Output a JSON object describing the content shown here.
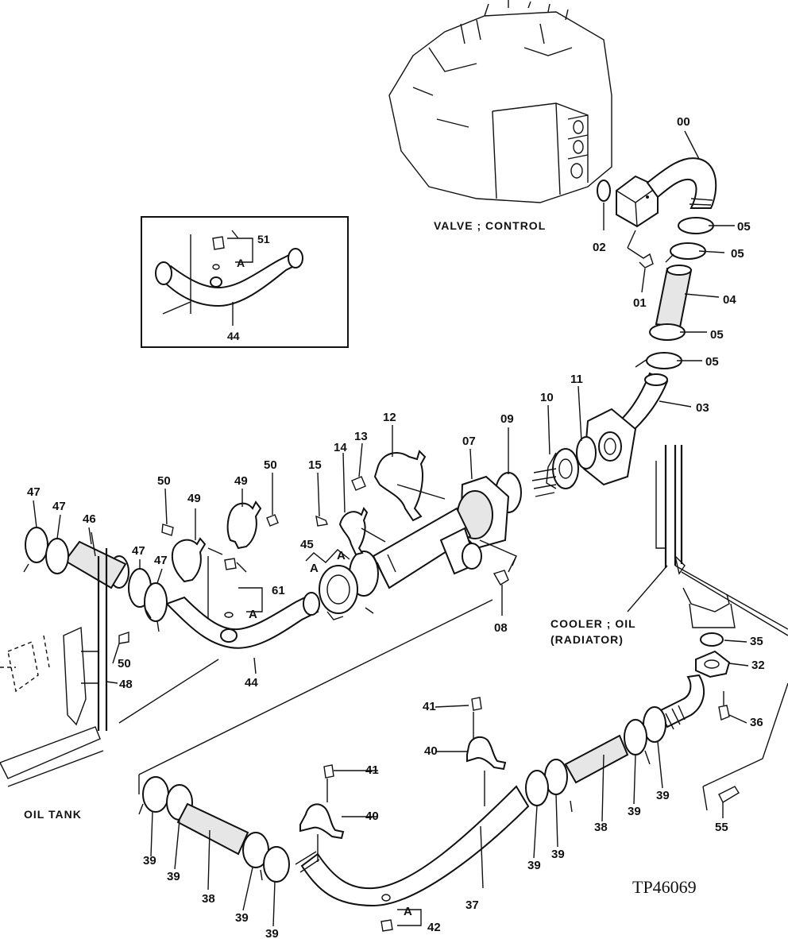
{
  "figure_id": "TP46069",
  "captions": {
    "valve": "VALVE ; CONTROL",
    "cooler_line1": "COOLER ; OIL",
    "cooler_line2": "(RADIATOR)",
    "oil_tank": "OIL TANK"
  },
  "detail_inset": {
    "part_pipe": "44",
    "part_plug": "51",
    "ref": "A"
  },
  "callouts": {
    "c00": "00",
    "c01": "01",
    "c02": "02",
    "c03": "03",
    "c04": "04",
    "c05a": "05",
    "c05b": "05",
    "c05c": "05",
    "c05d": "05",
    "c07": "07",
    "c08": "08",
    "c09": "09",
    "c10": "10",
    "c11": "11",
    "c12": "12",
    "c13": "13",
    "c14": "14",
    "c15": "15",
    "c32": "32",
    "c35": "35",
    "c36": "36",
    "c37": "37",
    "c38a": "38",
    "c38b": "38",
    "c39a": "39",
    "c39b": "39",
    "c39c": "39",
    "c39d": "39",
    "c39e": "39",
    "c39f": "39",
    "c39g": "39",
    "c39h": "39",
    "c40a": "40",
    "c40b": "40",
    "c41a": "41",
    "c41b": "41",
    "c42": "42",
    "c44": "44",
    "c45": "45",
    "c46": "46",
    "c47a": "47",
    "c47b": "47",
    "c47c": "47",
    "c47d": "47",
    "c48": "48",
    "c49a": "49",
    "c49b": "49",
    "c50a": "50",
    "c50b": "50",
    "c50c": "50",
    "c55": "55",
    "c61": "61",
    "refA1": "A",
    "refA2": "A",
    "refA3": "A",
    "refA4": "A"
  }
}
